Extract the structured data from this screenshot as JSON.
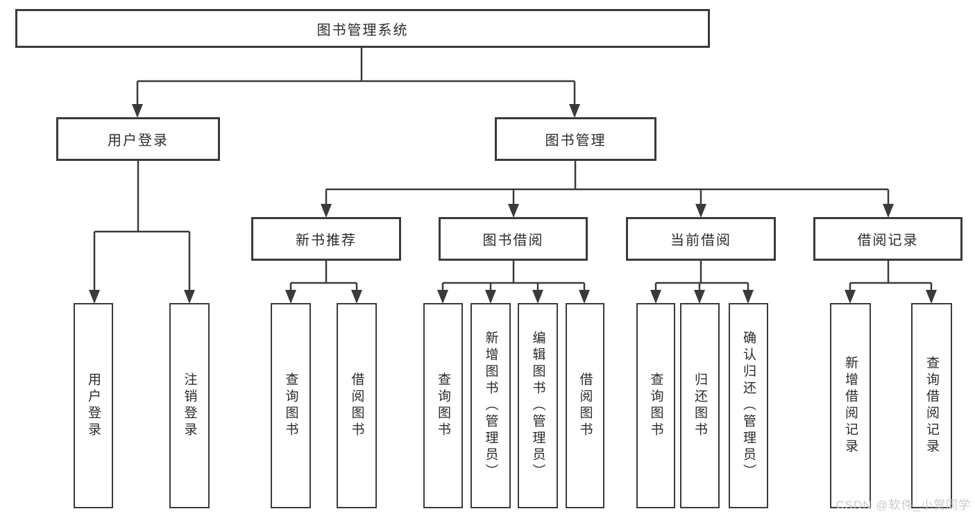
{
  "colors": {
    "line": "#3a3a3a",
    "text": "#2b2b2b",
    "box_background": "#ffffff",
    "watermark": "#c9c9c9"
  },
  "watermark": {
    "text": "CSDN @软件_小贺同学"
  },
  "tree": {
    "root": {
      "id": "library-management-system",
      "label": "图书管理系统"
    },
    "level2": [
      {
        "id": "user-login",
        "label": "用户登录",
        "parent": "library-management-system"
      },
      {
        "id": "book-management",
        "label": "图书管理",
        "parent": "library-management-system"
      }
    ],
    "level3": [
      {
        "id": "new-book-recommend",
        "label": "新书推荐",
        "parent": "book-management"
      },
      {
        "id": "book-borrow",
        "label": "图书借阅",
        "parent": "book-management"
      },
      {
        "id": "current-borrow",
        "label": "当前借阅",
        "parent": "book-management"
      },
      {
        "id": "borrow-record",
        "label": "借阅记录",
        "parent": "book-management"
      }
    ],
    "leaves": [
      {
        "id": "leaf-user-login",
        "label": "用户登录",
        "parent": "user-login"
      },
      {
        "id": "leaf-logout",
        "label": "注销登录",
        "parent": "user-login"
      },
      {
        "id": "leaf-nbr-query-book",
        "label": "查询图书",
        "parent": "new-book-recommend"
      },
      {
        "id": "leaf-nbr-borrow-book",
        "label": "借阅图书",
        "parent": "new-book-recommend"
      },
      {
        "id": "leaf-bb-query-book",
        "label": "查询图书",
        "parent": "book-borrow"
      },
      {
        "id": "leaf-bb-add-book-admin",
        "label": "新增图书（管理员）",
        "parent": "book-borrow"
      },
      {
        "id": "leaf-bb-edit-book-admin",
        "label": "编辑图书（管理员）",
        "parent": "book-borrow"
      },
      {
        "id": "leaf-bb-borrow-book",
        "label": "借阅图书",
        "parent": "book-borrow"
      },
      {
        "id": "leaf-cb-query-book",
        "label": "查询图书",
        "parent": "current-borrow"
      },
      {
        "id": "leaf-cb-return-book",
        "label": "归还图书",
        "parent": "current-borrow"
      },
      {
        "id": "leaf-cb-confirm-return-admin",
        "label": "确认归还（管理员）",
        "parent": "current-borrow"
      },
      {
        "id": "leaf-br-add-record",
        "label": "新增借阅记录",
        "parent": "borrow-record"
      },
      {
        "id": "leaf-br-query-record",
        "label": "查询借阅记录",
        "parent": "borrow-record"
      }
    ]
  }
}
